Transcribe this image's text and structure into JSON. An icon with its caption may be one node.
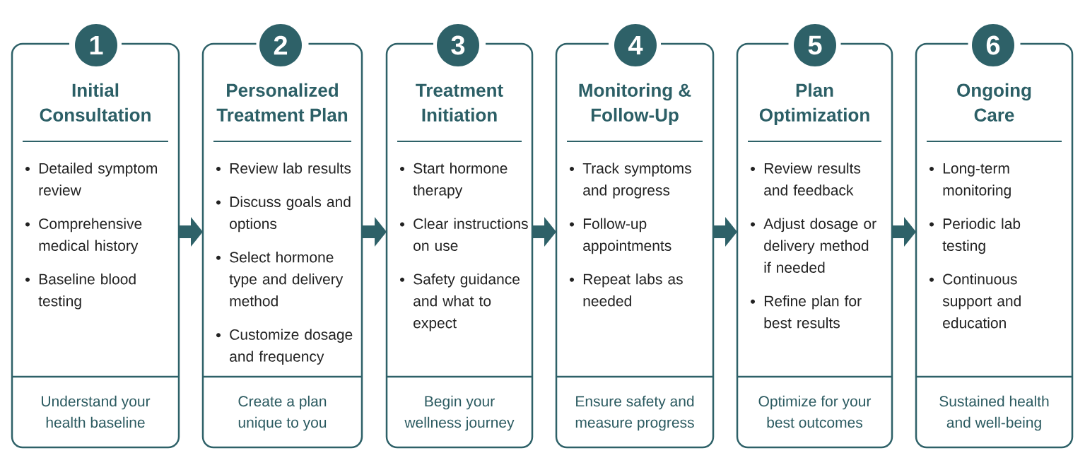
{
  "diagram": {
    "nodes": [
      {
        "text": [
          "1"
        ]
      },
      {
        "text": [
          "Initial Consultation",
          "Detailed symptom review",
          "Comprehensive medical history",
          "Baseline blood testing",
          "Understand your health baseline"
        ]
      },
      {
        "text": [
          "2"
        ]
      },
      {
        "text": [
          "Personalized Treatment Plan",
          "Review lab results",
          "Discuss goals and options",
          "Select hormone type and delivery method",
          "Customize dosage and frequency",
          "Create a plan unique to you"
        ]
      },
      {
        "text": [
          "3"
        ]
      },
      {
        "text": [
          "Treatment Initiation",
          "Start hormone therapy",
          "Clear instructions on use",
          "Safety guidance and what to expect",
          "Begin your wellness journey"
        ]
      },
      {
        "text": [
          "4"
        ]
      },
      {
        "text": [
          "Monitoring & Follow-Up",
          "Track symptoms and progress",
          "Follow-up appointments",
          "Repeat labs as needed",
          "Ensure safety and measure progress"
        ]
      },
      {
        "text": [
          "5"
        ]
      },
      {
        "text": [
          "Plan Optimization",
          "Review results and feedback",
          "Adjust dosage or delivery method if needed",
          "Refine plan for best results",
          "Optimize for your best outcomes"
        ]
      },
      {
        "text": [
          "6"
        ]
      },
      {
        "text": [
          "Ongoing Care",
          "Long-term monitoring",
          "Periodic lab testing",
          "Continuous support and education",
          "Sustained health and well-being"
        ]
      }
    ],
    "edges": [
      {
        "from": 1,
        "to": 3,
        "arrow": "to"
      },
      {
        "from": 3,
        "to": 5,
        "arrow": "to"
      },
      {
        "from": 5,
        "to": 7,
        "arrow": "to"
      },
      {
        "from": 7,
        "to": 9,
        "arrow": "to"
      },
      {
        "from": 9,
        "to": 11,
        "arrow": "to"
      }
    ]
  }
}
